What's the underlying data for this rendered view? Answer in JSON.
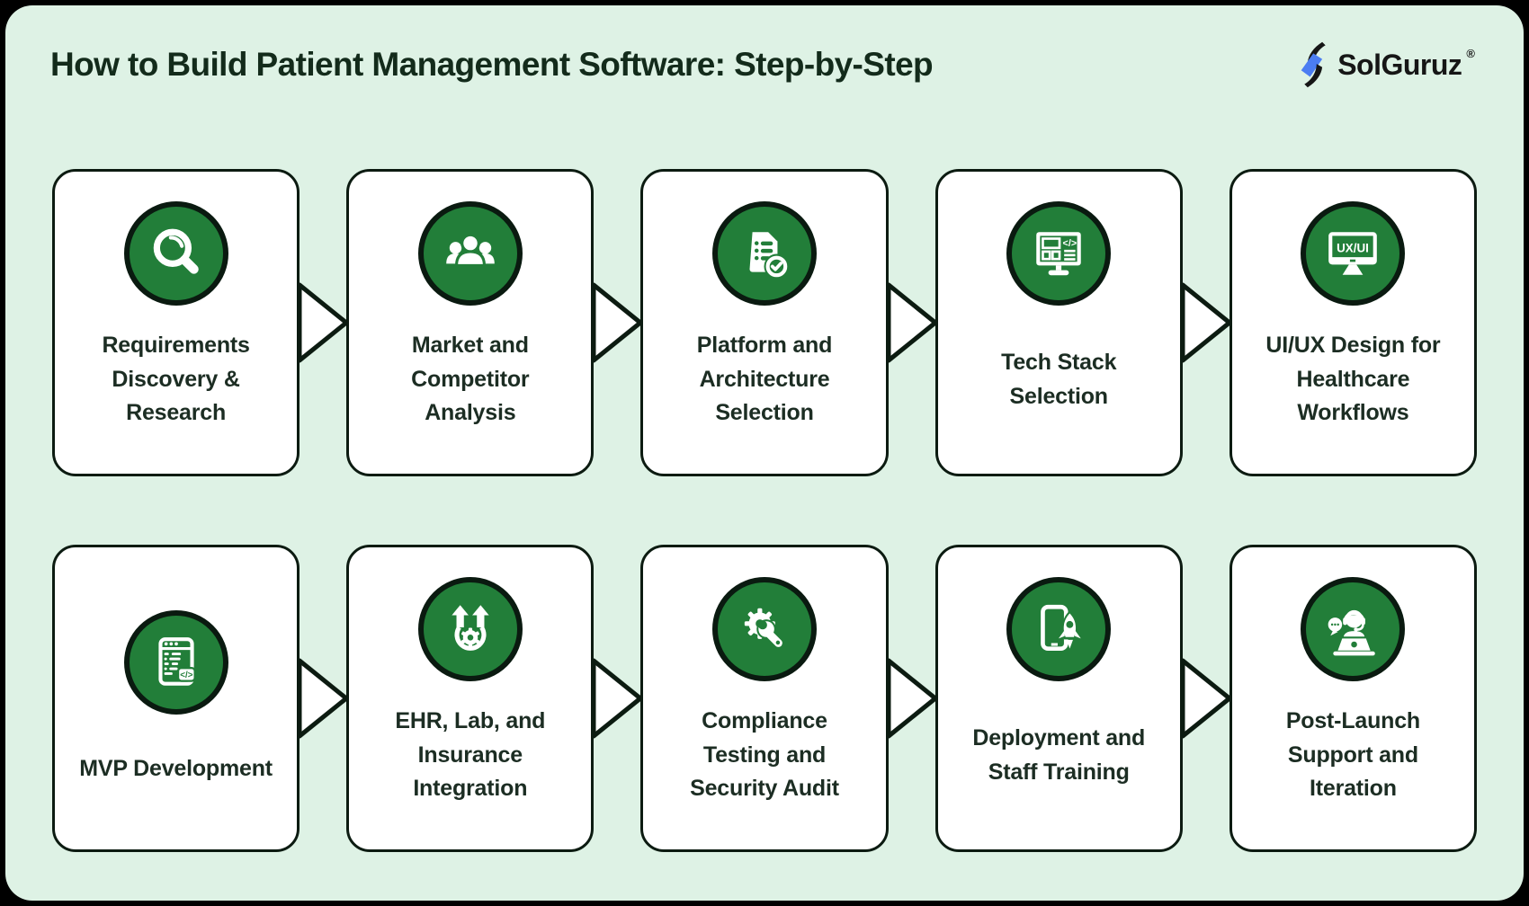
{
  "header": {
    "title": "How to Build Patient Management Software: Step-by-Step",
    "brand": "SolGuruz",
    "brand_mark": "®"
  },
  "colors": {
    "page_background": "#000000",
    "panel_background": "#def2e5",
    "card_background": "#ffffff",
    "outline": "#0c1b11",
    "step_green": "#227e39",
    "title_text": "#132b1b",
    "label_text": "#1c2d23",
    "logo_blue": "#4b7df2",
    "logo_black": "#161616"
  },
  "icon_texts": {
    "uxui": "UX/UI",
    "code": "</>"
  },
  "flow": {
    "arrow_style": "white right-pointing triangle with black outline"
  },
  "steps": [
    {
      "label": "Requirements\nDiscovery &\nResearch",
      "icon": "magnifier-icon"
    },
    {
      "label": "Market and\nCompetitor\nAnalysis",
      "icon": "people-group-icon"
    },
    {
      "label": "Platform and\nArchitecture\nSelection",
      "icon": "document-check-icon"
    },
    {
      "label": "Tech Stack\nSelection",
      "icon": "monitor-code-icon"
    },
    {
      "label": "UI/UX Design for\nHealthcare\nWorkflows",
      "icon": "uxui-monitor-icon"
    },
    {
      "label": "MVP Development",
      "icon": "browser-code-icon"
    },
    {
      "label": "EHR, Lab, and\nInsurance\nIntegration",
      "icon": "integration-arrows-gear-icon"
    },
    {
      "label": "Compliance\nTesting and\nSecurity Audit",
      "icon": "gear-wrench-icon"
    },
    {
      "label": "Deployment and\nStaff Training",
      "icon": "phone-rocket-icon"
    },
    {
      "label": "Post-Launch\nSupport and\nIteration",
      "icon": "support-agent-icon"
    }
  ]
}
